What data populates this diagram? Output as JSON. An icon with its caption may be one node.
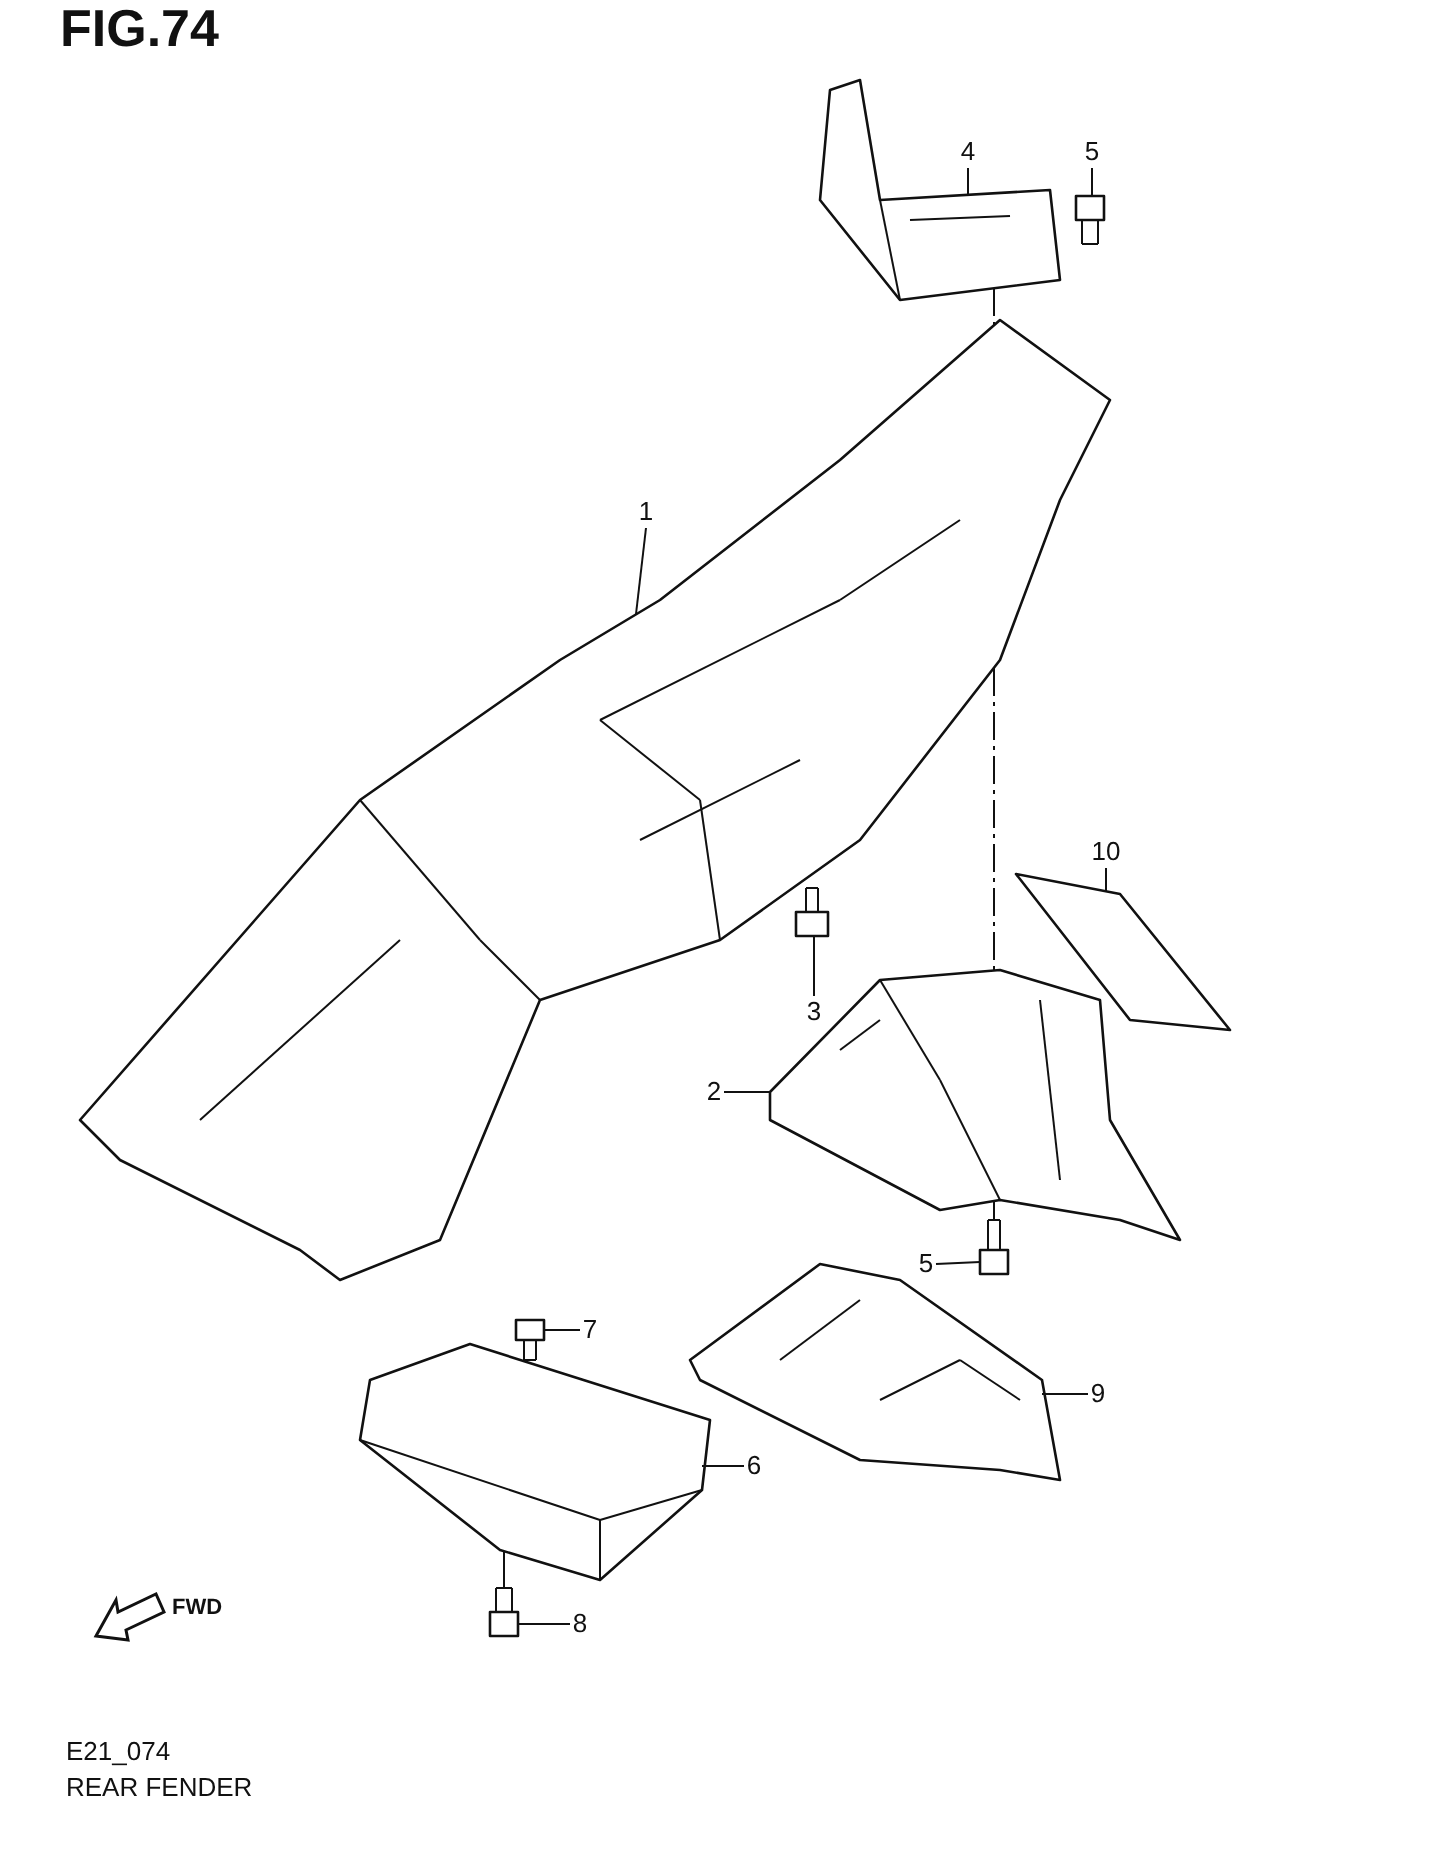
{
  "diagram": {
    "title": "FIG.74",
    "caption": "REAR FENDER",
    "nodes": [
      {
        "text": [
          "4"
        ]
      },
      {
        "text": [
          "5"
        ]
      },
      {
        "text": [],
        "shape": "picture"
      },
      {
        "text": [],
        "shape": "picture"
      },
      {
        "text": [
          "1"
        ]
      },
      {
        "text": [],
        "shape": "picture"
      },
      {
        "text": [
          "10"
        ]
      },
      {
        "text": [],
        "shape": "picture"
      },
      {
        "text": [
          "3"
        ]
      },
      {
        "text": [],
        "shape": "picture"
      },
      {
        "text": [
          "2"
        ]
      },
      {
        "text": [],
        "shape": "picture"
      },
      {
        "text": [
          "5"
        ]
      },
      {
        "text": [],
        "shape": "picture"
      },
      {
        "text": [
          "7"
        ]
      },
      {
        "text": [],
        "shape": "picture"
      },
      {
        "text": [
          "9"
        ]
      },
      {
        "text": [],
        "shape": "picture"
      },
      {
        "text": [
          "6"
        ]
      },
      {
        "text": [],
        "shape": "picture"
      },
      {
        "text": [
          "8"
        ]
      },
      {
        "text": [],
        "shape": "picture"
      }
    ],
    "edges": [
      {
        "from": 0,
        "to": 2,
        "arrow": "none"
      },
      {
        "from": 1,
        "to": 3,
        "arrow": "none"
      },
      {
        "from": 4,
        "to": 5,
        "arrow": "none"
      },
      {
        "from": 6,
        "to": 7,
        "arrow": "none"
      },
      {
        "from": 8,
        "to": 9,
        "arrow": "none"
      },
      {
        "from": 10,
        "to": 11,
        "arrow": "none"
      },
      {
        "from": 12,
        "to": 13,
        "arrow": "none"
      },
      {
        "from": 14,
        "to": 15,
        "arrow": "none"
      },
      {
        "from": 16,
        "to": 17,
        "arrow": "none"
      },
      {
        "from": 18,
        "to": 19,
        "arrow": "none"
      },
      {
        "from": 20,
        "to": 21,
        "arrow": "none"
      },
      {
        "from": 2,
        "to": 5,
        "arrow": "none",
        "style": "dashed"
      },
      {
        "from": 5,
        "to": 11,
        "arrow": "none",
        "style": "dashed"
      },
      {
        "from": 11,
        "to": 13,
        "arrow": "none",
        "style": "dashed"
      },
      {
        "from": 19,
        "to": 21,
        "arrow": "none"
      }
    ],
    "labels": [
      "FWD",
      "E21_074"
    ]
  }
}
